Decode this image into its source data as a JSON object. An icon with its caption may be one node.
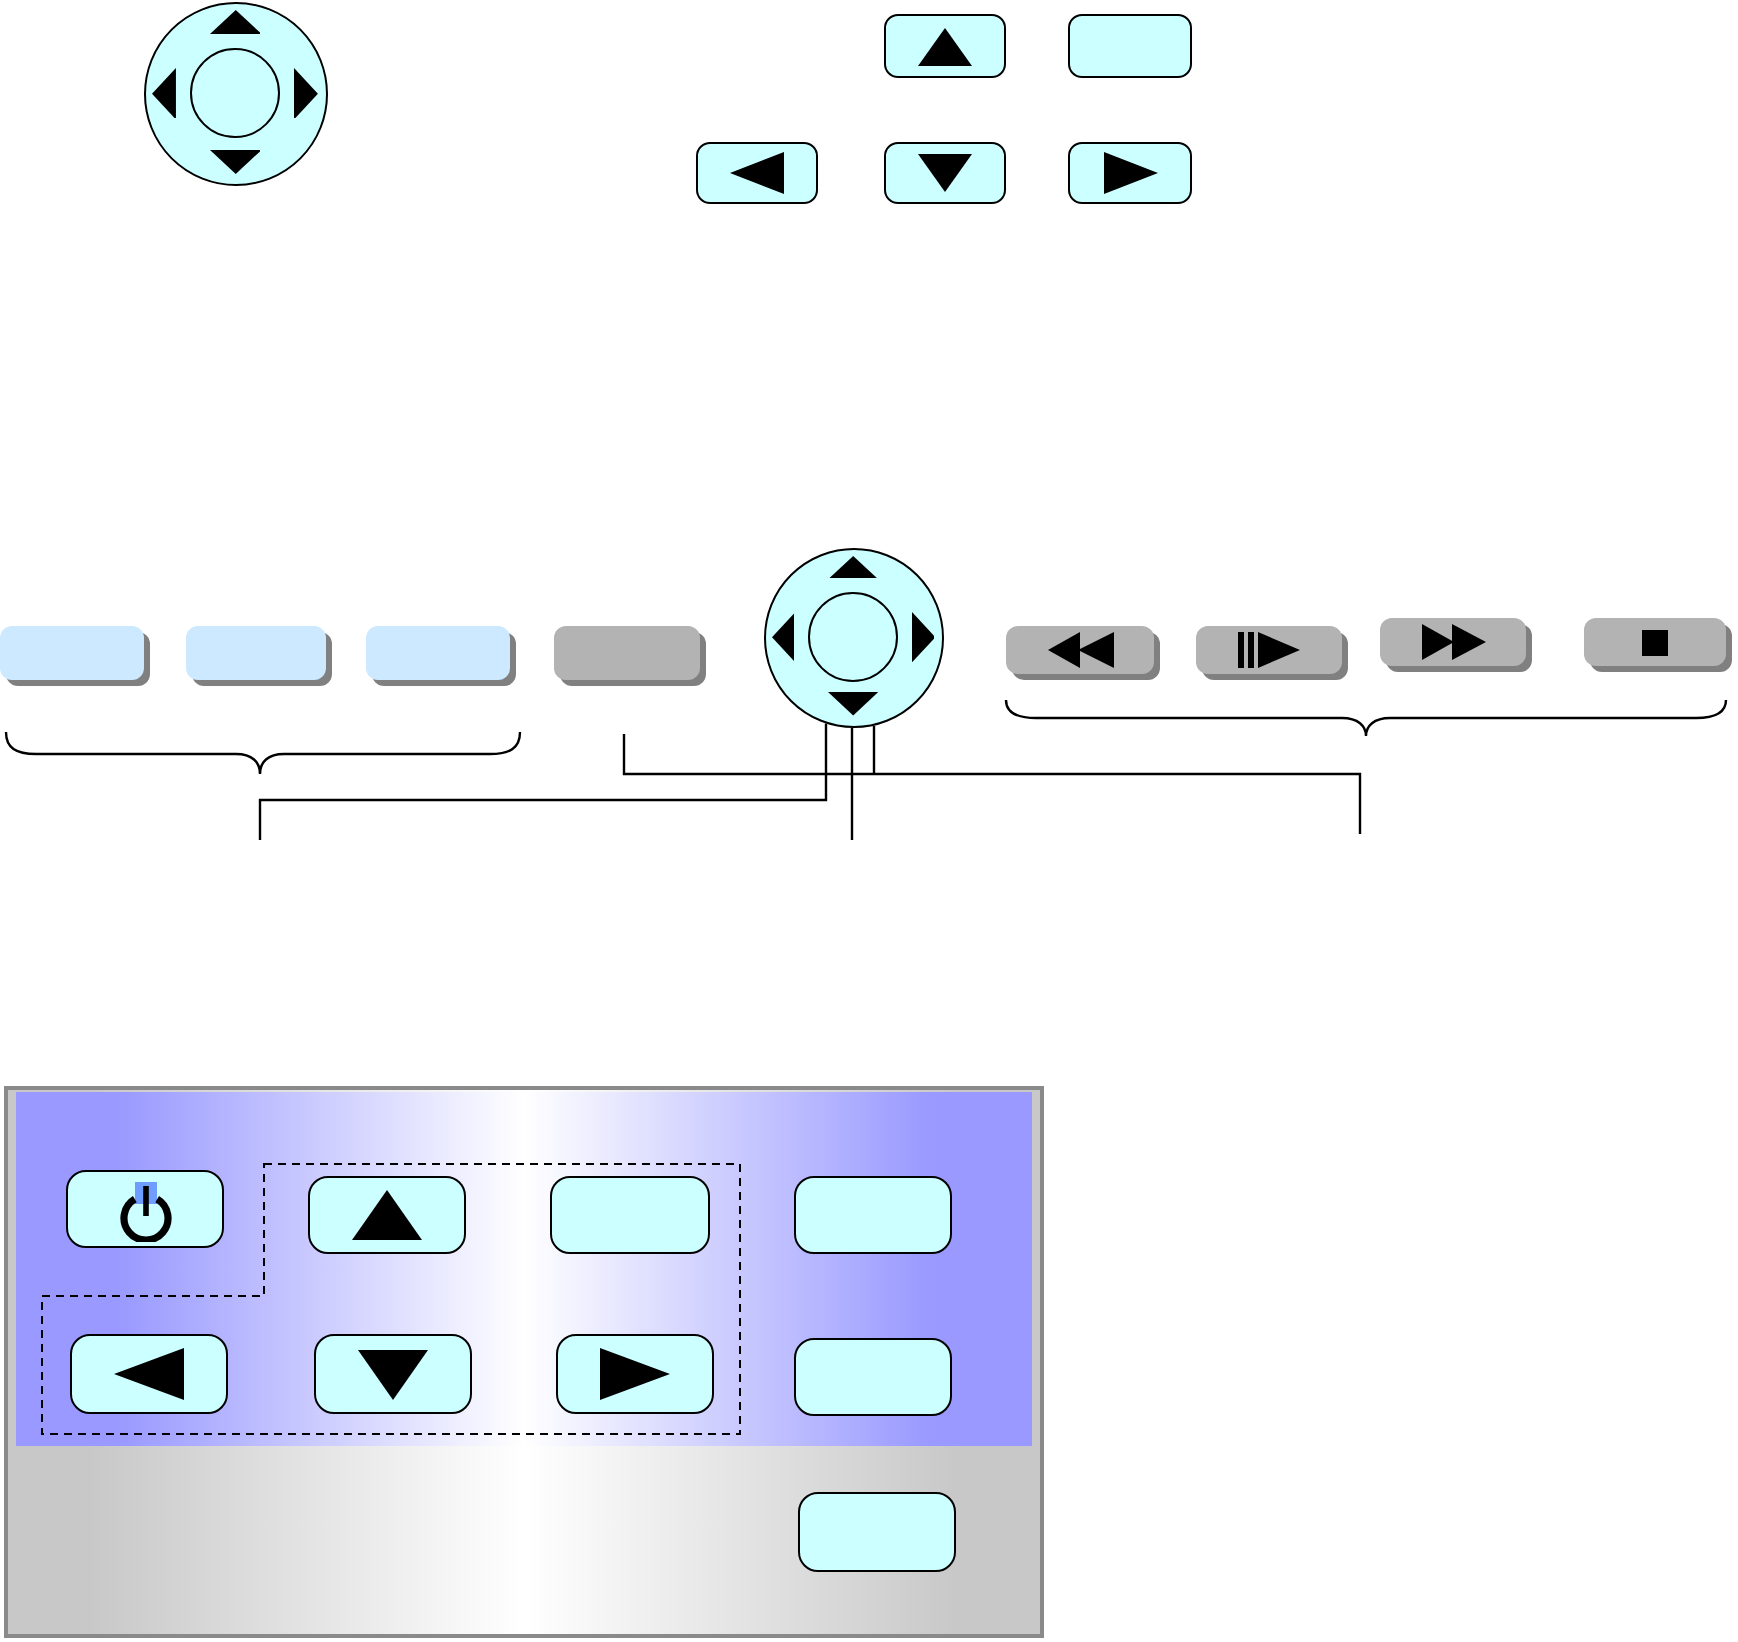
{
  "diagram": {
    "nodes": [
      {
        "text": [],
        "shape": "circle"
      },
      {
        "text": [],
        "shape": "circle",
        "in": 0
      },
      {
        "text": [],
        "shape": "box"
      },
      {
        "text": [],
        "shape": "box"
      },
      {
        "text": [],
        "shape": "box"
      },
      {
        "text": [],
        "shape": "box"
      },
      {
        "text": [],
        "shape": "box"
      },
      {
        "text": [],
        "shape": "box"
      },
      {
        "text": [],
        "shape": "box"
      },
      {
        "text": [],
        "shape": "box"
      },
      {
        "text": [],
        "shape": "box"
      },
      {
        "text": [],
        "shape": "circle"
      },
      {
        "text": [],
        "shape": "circle",
        "in": 11
      },
      {
        "text": [],
        "shape": "box"
      },
      {
        "text": [],
        "shape": "box"
      },
      {
        "text": [],
        "shape": "box"
      },
      {
        "text": [],
        "shape": "box"
      },
      {
        "text": [],
        "shape": "box"
      },
      {
        "text": [],
        "shape": "box",
        "in": 17
      },
      {
        "text": [],
        "shape": "box",
        "in": 17
      },
      {
        "text": [],
        "shape": "box",
        "in": 17
      },
      {
        "text": [],
        "shape": "box",
        "in": 17
      },
      {
        "text": [],
        "shape": "box",
        "in": 17
      },
      {
        "text": [],
        "shape": "box",
        "in": 17
      },
      {
        "text": [],
        "shape": "box",
        "in": 17
      },
      {
        "text": [],
        "shape": "box",
        "in": 17
      },
      {
        "text": [],
        "shape": "box",
        "in": 17
      }
    ],
    "edges": [
      {
        "from": 11,
        "to": null,
        "arrow": "none"
      },
      {
        "from": 11,
        "to": null,
        "arrow": "none"
      },
      {
        "from": 11,
        "to": null,
        "arrow": "none"
      },
      {
        "from": 10,
        "to": null,
        "arrow": "none"
      }
    ]
  }
}
